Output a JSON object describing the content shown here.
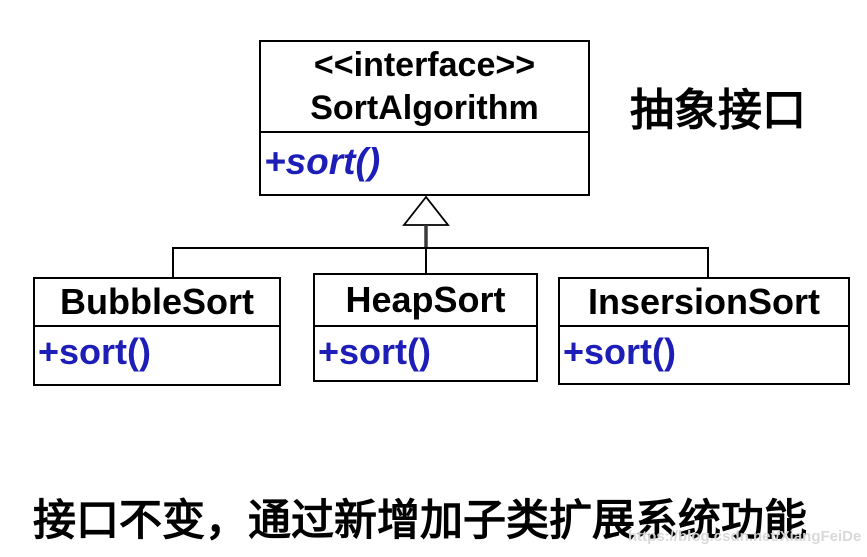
{
  "diagram": {
    "interface_box": {
      "stereotype": "<<interface>>",
      "name": "SortAlgorithm",
      "method": "+sort()"
    },
    "annotation": "抽象接口",
    "classes": [
      {
        "name": "BubbleSort",
        "method": "+sort()"
      },
      {
        "name": "HeapSort",
        "method": "+sort()"
      },
      {
        "name": "InsersionSort",
        "method": "+sort()"
      }
    ],
    "caption": "接口不变，通过新增加子类扩展系统功能",
    "watermark": "https://blog.csdn.net/XiangFeiDe",
    "colors": {
      "method_text": "#1d1db8",
      "class_text": "#000000",
      "border": "#000000",
      "background": "#ffffff",
      "watermark_text": "#d7d7d7"
    }
  }
}
